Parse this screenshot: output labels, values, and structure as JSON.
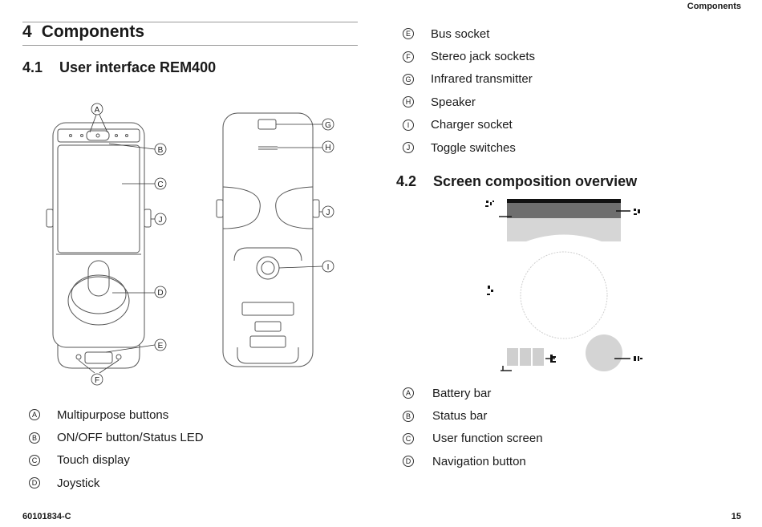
{
  "running_head": "Components",
  "chapter": {
    "number": "4",
    "title": "Components"
  },
  "sections": [
    {
      "number": "4.1",
      "title": "User interface REM400"
    },
    {
      "number": "4.2",
      "title": "Screen composition overview"
    }
  ],
  "device_callouts": [
    "A",
    "B",
    "C",
    "D",
    "E",
    "F",
    "G",
    "H",
    "I",
    "J"
  ],
  "device_legend": [
    {
      "letter": "A",
      "label": "Multipurpose buttons"
    },
    {
      "letter": "B",
      "label": "ON/OFF button/Status LED"
    },
    {
      "letter": "C",
      "label": "Touch display"
    },
    {
      "letter": "D",
      "label": "Joystick"
    },
    {
      "letter": "E",
      "label": "Bus socket"
    },
    {
      "letter": "F",
      "label": "Stereo jack sockets"
    },
    {
      "letter": "G",
      "label": "Infrared transmitter"
    },
    {
      "letter": "H",
      "label": "Speaker"
    },
    {
      "letter": "I",
      "label": "Charger socket"
    },
    {
      "letter": "J",
      "label": "Toggle switches"
    }
  ],
  "screen_legend": [
    {
      "letter": "A",
      "label": "Battery bar"
    },
    {
      "letter": "B",
      "label": "Status bar"
    },
    {
      "letter": "C",
      "label": "User function screen"
    },
    {
      "letter": "D",
      "label": "Navigation button"
    }
  ],
  "footer": {
    "doc_number": "60101834-C",
    "page_number": "15"
  }
}
